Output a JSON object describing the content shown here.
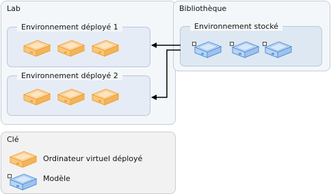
{
  "lab": {
    "title": "Lab",
    "groups": [
      {
        "label": "Environnement déployé 1",
        "machines": [
          "vm",
          "vm",
          "vm"
        ]
      },
      {
        "label": "Environnement déployé 2",
        "machines": [
          "vm",
          "vm",
          "vm"
        ]
      }
    ]
  },
  "library": {
    "title": "Bibliothèque",
    "group": {
      "label": "Environnement stocké",
      "machines": [
        "template",
        "template",
        "template"
      ]
    }
  },
  "key": {
    "title": "Clé",
    "deployed_vm_label": "Ordinateur virtuel déployé",
    "template_label": "Modèle"
  },
  "colors": {
    "deployed_vm": "#f0a030",
    "template": "#4f8fd8",
    "arrow": "#000000"
  },
  "icons": [
    "deployed-vm-icon",
    "template-vm-icon",
    "arrow-left-icon"
  ]
}
